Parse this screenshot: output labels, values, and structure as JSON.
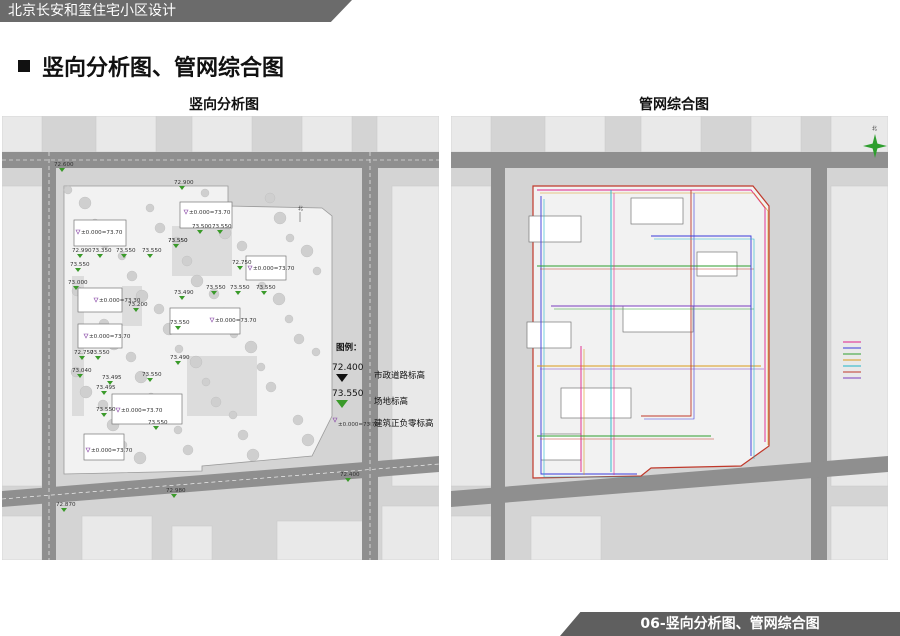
{
  "header": {
    "project_title": "北京长安和玺住宅小区设计"
  },
  "section": {
    "title": "竖向分析图、管网综合图"
  },
  "vertical_panel": {
    "title": "竖向分析图",
    "road_markers": [
      {
        "value": "72.600"
      },
      {
        "value": "72.900"
      },
      {
        "value": "72.400"
      },
      {
        "value": "72.980"
      },
      {
        "value": "72.870"
      }
    ],
    "site_markers": [
      {
        "value": "73.500"
      },
      {
        "value": "73.550"
      },
      {
        "value": "73.550"
      },
      {
        "value": "72.990"
      },
      {
        "value": "73.350"
      },
      {
        "value": "73.550"
      },
      {
        "value": "73.550"
      },
      {
        "value": "73.550"
      },
      {
        "value": "72.750"
      },
      {
        "value": "73.550"
      },
      {
        "value": "73.000"
      },
      {
        "value": "73.550"
      },
      {
        "value": "73.550"
      },
      {
        "value": "73.550"
      },
      {
        "value": "73.490"
      },
      {
        "value": "73.200"
      },
      {
        "value": "73.550"
      },
      {
        "value": "72.750"
      },
      {
        "value": "73.550"
      },
      {
        "value": "73.490"
      },
      {
        "value": "73.040"
      },
      {
        "value": "73.495"
      },
      {
        "value": "73.550"
      },
      {
        "value": "73.495"
      },
      {
        "value": "73.550"
      },
      {
        "value": "73.550"
      }
    ],
    "building_markers": [
      {
        "value": "±0.000=73.70"
      },
      {
        "value": "±0.000=73.70"
      },
      {
        "value": "±0.000=73.70"
      },
      {
        "value": "±0.000=73.30"
      },
      {
        "value": "±0.000=73.70"
      },
      {
        "value": "±0.000=73.70"
      },
      {
        "value": "±0.000=73.70"
      },
      {
        "value": "±0.000=73.70"
      }
    ],
    "north_label": "北",
    "legend": {
      "title": "图例：",
      "items": [
        {
          "value": "72.400",
          "label": "市政道路标高",
          "color": "#111111"
        },
        {
          "value": "73.550",
          "label": "场地标高",
          "color": "#3a9a2a"
        },
        {
          "value": "±0.000=73.70",
          "label": "建筑正负零标高",
          "color": "#8a4aa8"
        }
      ]
    }
  },
  "pipe_panel": {
    "title": "管网综合图",
    "north_label": "北",
    "site_outline_color": "#c0392b",
    "pipe_colors": [
      "#e0218a",
      "#3a3adb",
      "#2e9e2e",
      "#d99a1a",
      "#1fb5c9",
      "#c0392b",
      "#7a3fbf"
    ]
  },
  "footer": {
    "page_title": "06-竖向分析图、管网综合图"
  },
  "colors": {
    "road": "#111111",
    "site": "#3a9a2a",
    "building": "#8a4aa8",
    "banner": "#6b6b6b"
  }
}
